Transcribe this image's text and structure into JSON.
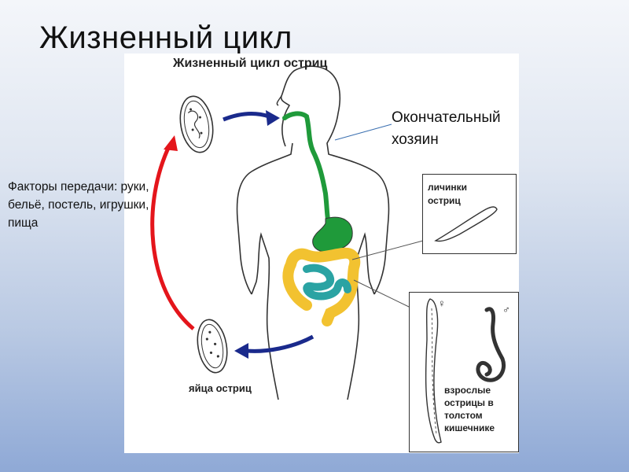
{
  "slide": {
    "title": "Жизненный цикл"
  },
  "diagram": {
    "title": "Жизненный цикл остриц",
    "host_label": "Окончательный хозяин",
    "factors_label": "Факторы передачи: руки, бельё, постель, игрушки, пища",
    "eggs_label": "яйца остриц",
    "larvae_label": "личинки\nостриц",
    "adults_label": "взрослые\nострицы в\nтолстом\nкишечнике",
    "female_symbol": "♀",
    "male_symbol": "♂"
  },
  "colors": {
    "esophagus": "#1f9a3a",
    "large_intestine": "#f2c230",
    "small_intestine": "#2aa3a3",
    "red_arrow": "#e4151b",
    "blue_arrow": "#1a2a8c"
  }
}
